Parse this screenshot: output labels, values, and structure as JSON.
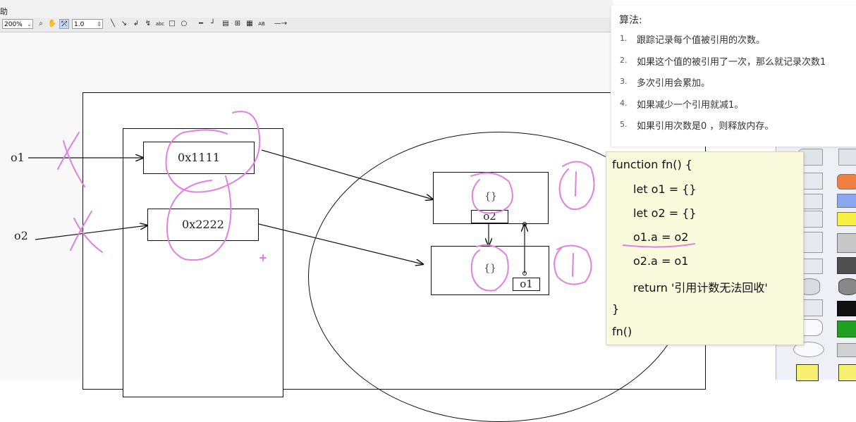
{
  "app": {
    "menu_fragment": "助",
    "zoom": "200%",
    "line_width": "1.0"
  },
  "toolbar": {
    "icons": [
      "zoom-icon",
      "hand-icon",
      "select-icon",
      "line-icon",
      "arrow-line-icon",
      "elbow-icon",
      "curve-icon",
      "text-icon",
      "rect-icon",
      "ellipse-icon",
      "line-width-icon",
      "line-end-icon",
      "grid-icon",
      "color-icon",
      "text-style-icon",
      "font-icon",
      "arrow-end-icon"
    ],
    "glyphs": [
      "⌕",
      "✋",
      "⤱",
      "╲",
      "↘",
      "↲",
      "↯",
      "abc",
      "□",
      "○",
      "━",
      "┘",
      "▤",
      "⊞",
      "▦",
      "AB",
      "—→"
    ]
  },
  "diagram": {
    "var_o1": "o1",
    "var_o2": "o2",
    "addr1": "0x1111",
    "addr2": "0x2222",
    "obj1_braces": "{}",
    "obj1_prop": "o2",
    "obj2_braces": "{}",
    "obj2_prop": "o1"
  },
  "notes": {
    "title": "算法:",
    "items": [
      {
        "num": "1.",
        "text": "跟踪记录每个值被引用的次数。"
      },
      {
        "num": "2.",
        "text": "如果这个值的被引用了一次，那么就记录次数1"
      },
      {
        "num": "3.",
        "text": "多次引用会累加。"
      },
      {
        "num": "4.",
        "text": "如果减少一个引用就减1。"
      },
      {
        "num": "5.",
        "text": "如果引用次数是0 ，则释放内存。"
      }
    ]
  },
  "code": {
    "lines": [
      "function fn() {",
      "let o1 = {}",
      "let o2 = {}",
      "o1.a = o2",
      "o2.a = o1",
      "return '引用计数无法回收'",
      "}",
      "fn()"
    ]
  },
  "colors": {
    "annotation": "#e080e0",
    "code_bg": "#fafadc",
    "canvas": "#f8f8f8"
  }
}
